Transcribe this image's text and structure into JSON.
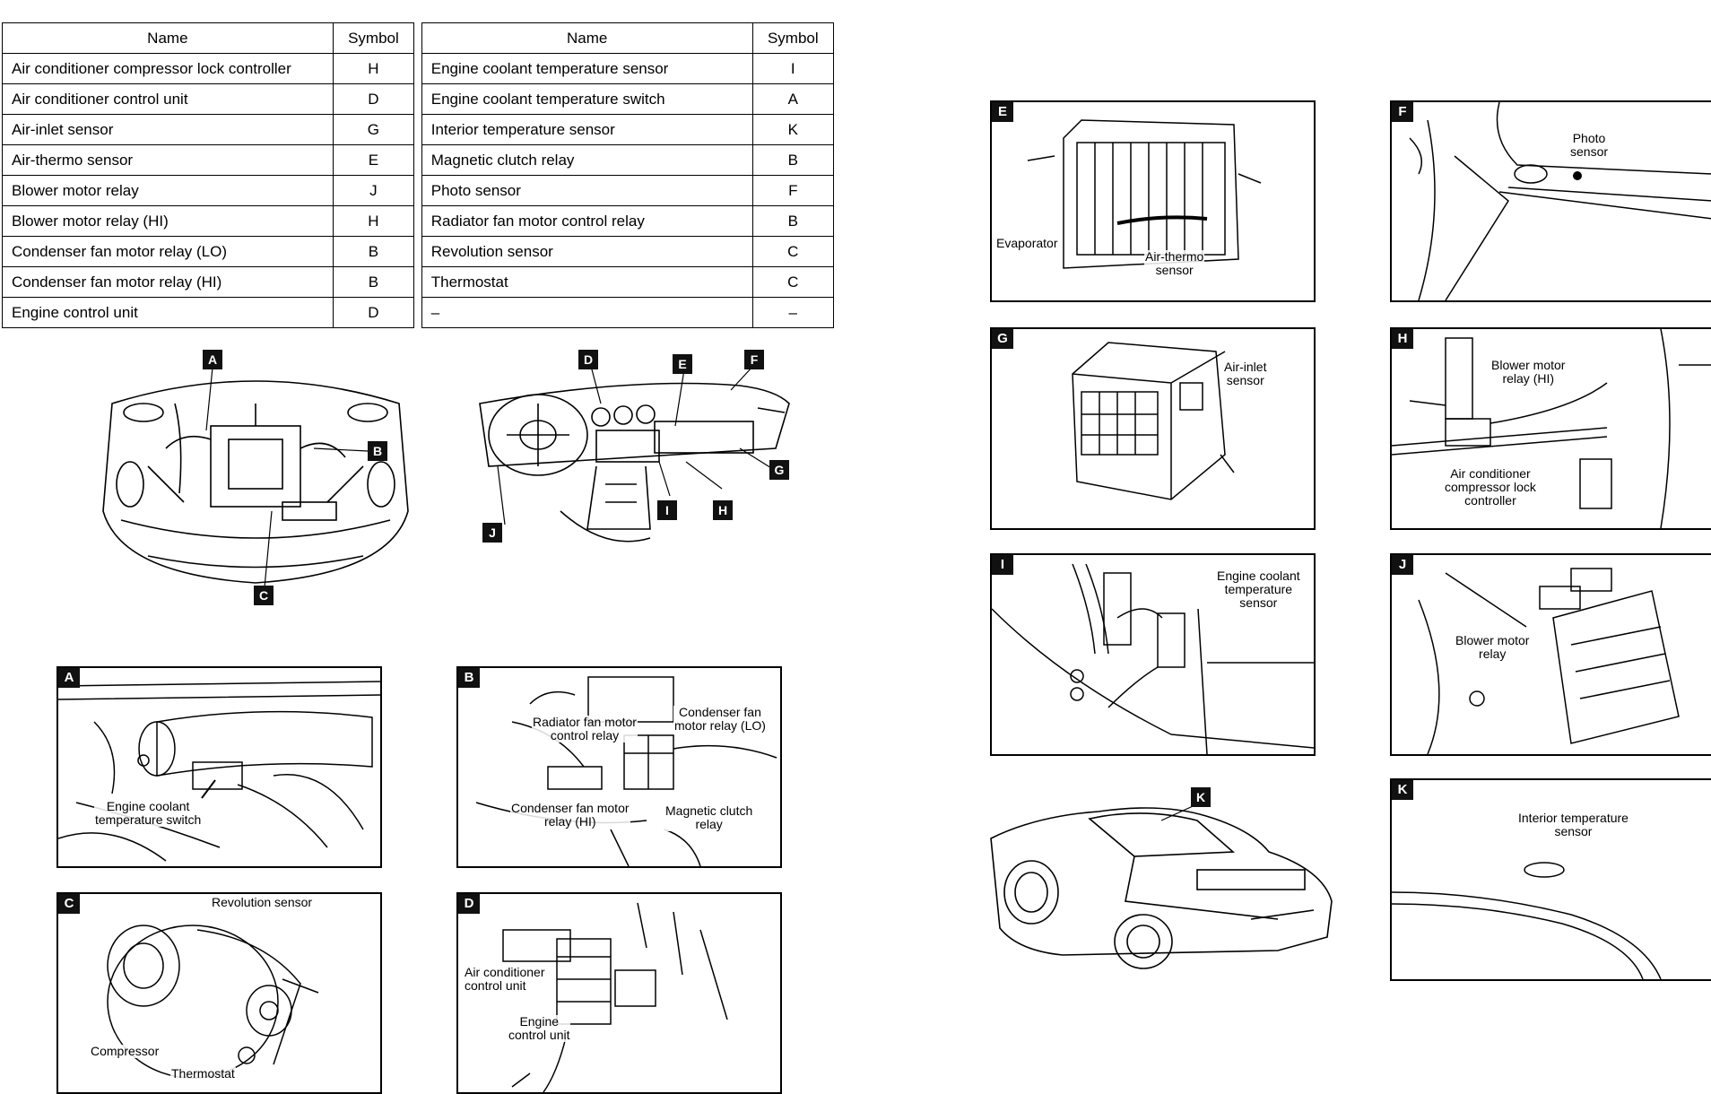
{
  "table": {
    "headers": [
      "Name",
      "Symbol",
      "Name",
      "Symbol"
    ],
    "rows": [
      [
        "Air conditioner compressor lock controller",
        "H",
        "Engine coolant temperature sensor",
        "I"
      ],
      [
        "Air conditioner control unit",
        "D",
        "Engine coolant temperature switch",
        "A"
      ],
      [
        "Air-inlet sensor",
        "G",
        "Interior temperature sensor",
        "K"
      ],
      [
        "Air-thermo sensor",
        "E",
        "Magnetic clutch relay",
        "B"
      ],
      [
        "Blower motor relay",
        "J",
        "Photo sensor",
        "F"
      ],
      [
        "Blower motor relay (HI)",
        "H",
        "Radiator fan motor control relay",
        "B"
      ],
      [
        "Condenser fan motor relay (LO)",
        "B",
        "Revolution sensor",
        "C"
      ],
      [
        "Condenser fan motor relay (HI)",
        "B",
        "Thermostat",
        "C"
      ],
      [
        "Engine control unit",
        "D",
        "–",
        "–"
      ]
    ]
  },
  "overview": {
    "engine_tags": [
      "A",
      "B",
      "C"
    ],
    "dash_tags": [
      "D",
      "E",
      "F",
      "G",
      "H",
      "I",
      "J"
    ],
    "car_tag": "K"
  },
  "panels": {
    "A": {
      "tag": "A",
      "labels": [
        "Engine coolant\ntemperature switch"
      ]
    },
    "B": {
      "tag": "B",
      "labels": [
        "Radiator fan motor\ncontrol relay",
        "Condenser fan\nmotor relay (LO)",
        "Condenser fan motor\nrelay (HI)",
        "Magnetic clutch\nrelay"
      ]
    },
    "C": {
      "tag": "C",
      "labels": [
        "Revolution sensor",
        "Compressor",
        "Thermostat"
      ]
    },
    "D": {
      "tag": "D",
      "labels": [
        "Air conditioner\ncontrol unit",
        "Engine\ncontrol unit"
      ]
    },
    "E": {
      "tag": "E",
      "labels": [
        "Evaporator",
        "Air-thermo\nsensor"
      ]
    },
    "F": {
      "tag": "F",
      "labels": [
        "Photo\nsensor"
      ]
    },
    "G": {
      "tag": "G",
      "labels": [
        "Air-inlet\nsensor"
      ]
    },
    "H": {
      "tag": "H",
      "labels": [
        "Blower motor\nrelay (HI)",
        "Air conditioner\ncompressor lock\ncontroller"
      ]
    },
    "I": {
      "tag": "I",
      "labels": [
        "Engine coolant\ntemperature\nsensor"
      ]
    },
    "J": {
      "tag": "J",
      "labels": [
        "Blower motor\nrelay"
      ]
    },
    "K": {
      "tag": "K",
      "labels": [
        "Interior temperature\nsensor"
      ]
    }
  }
}
